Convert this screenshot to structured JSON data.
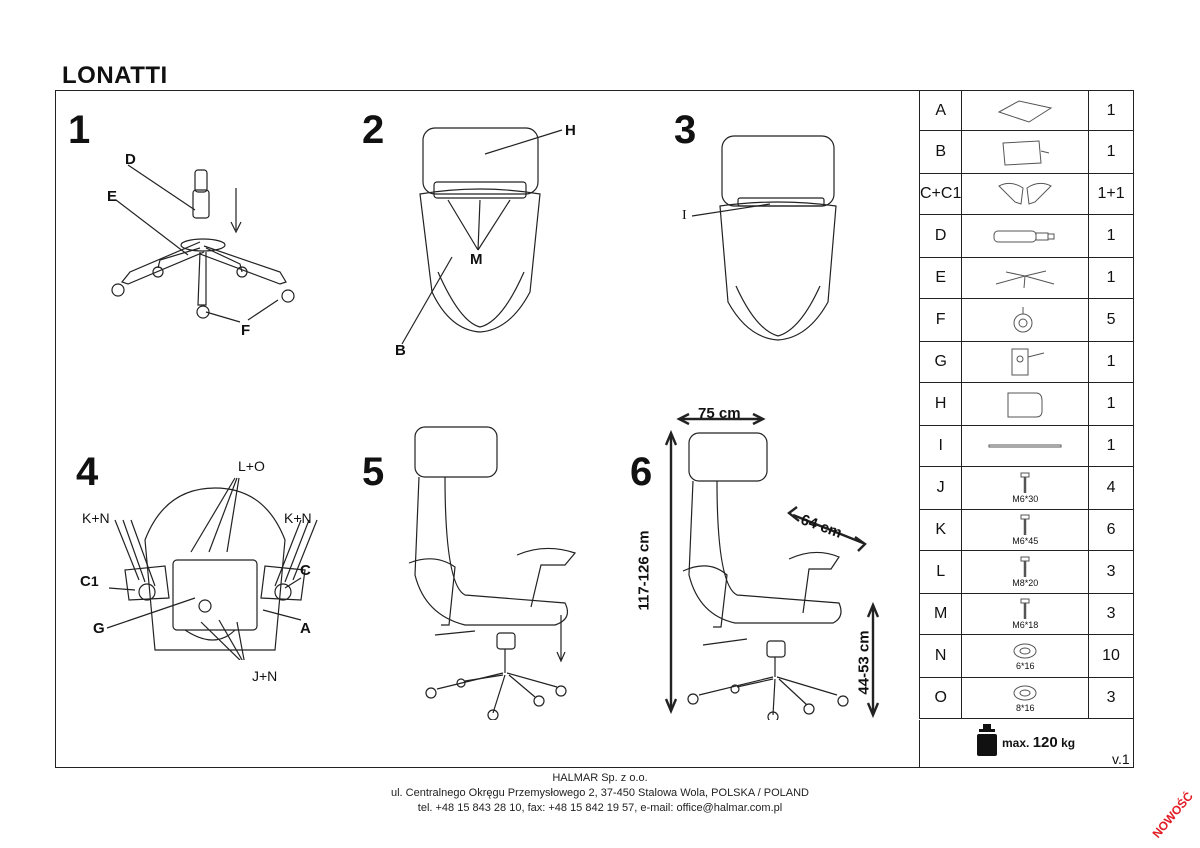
{
  "title": "LONATTI",
  "steps": [
    "1",
    "2",
    "3",
    "4",
    "5",
    "6"
  ],
  "labels": {
    "d": "D",
    "e": "E",
    "f": "F",
    "h": "H",
    "m": "M",
    "b": "B",
    "i": "I",
    "lo": "L+O",
    "kn_left": "K+N",
    "kn_right": "K+N",
    "c1": "C",
    "c1sub": "1",
    "c": "C",
    "g": "G",
    "a": "A",
    "jn": "J+N"
  },
  "dimensions": {
    "width": "75 cm",
    "depth": "64 cm",
    "height": "117-126 cm",
    "seat_height": "44-53 cm"
  },
  "parts": [
    {
      "code": "A",
      "qty": "1",
      "icon": "seat-icon"
    },
    {
      "code": "B",
      "qty": "1",
      "icon": "backrest-icon"
    },
    {
      "code": "C+C1",
      "qty": "1+1",
      "icon": "armrest-icon"
    },
    {
      "code": "D",
      "qty": "1",
      "icon": "gas-lift-icon"
    },
    {
      "code": "E",
      "qty": "1",
      "icon": "star-base-icon"
    },
    {
      "code": "F",
      "qty": "5",
      "icon": "caster-icon"
    },
    {
      "code": "G",
      "qty": "1",
      "icon": "mechanism-icon"
    },
    {
      "code": "H",
      "qty": "1",
      "icon": "headrest-icon"
    },
    {
      "code": "I",
      "qty": "1",
      "icon": "bracket-icon"
    },
    {
      "code": "J",
      "qty": "4",
      "icon": "bolt-icon",
      "size": "M6*30"
    },
    {
      "code": "K",
      "qty": "6",
      "icon": "bolt-icon",
      "size": "M6*45"
    },
    {
      "code": "L",
      "qty": "3",
      "icon": "bolt-icon",
      "size": "M8*20"
    },
    {
      "code": "M",
      "qty": "3",
      "icon": "bolt-icon",
      "size": "M6*18"
    },
    {
      "code": "N",
      "qty": "10",
      "icon": "washer-icon",
      "size": "6*16"
    },
    {
      "code": "O",
      "qty": "3",
      "icon": "washer-icon",
      "size": "8*16"
    }
  ],
  "max_load": {
    "prefix": "max.",
    "value": "120",
    "unit": "kg"
  },
  "version": "v.1",
  "footer": {
    "company": "HALMAR Sp. z o.o.",
    "address": "ul. Centralnego Okręgu Przemysłowego 2, 37-450 Stalowa Wola, POLSKA / POLAND",
    "contact": "tel. +48 15 843 28 10, fax: +48 15 842 19 57, e-mail: office@halmar.com.pl"
  },
  "badge": "NOWOŚĆ"
}
